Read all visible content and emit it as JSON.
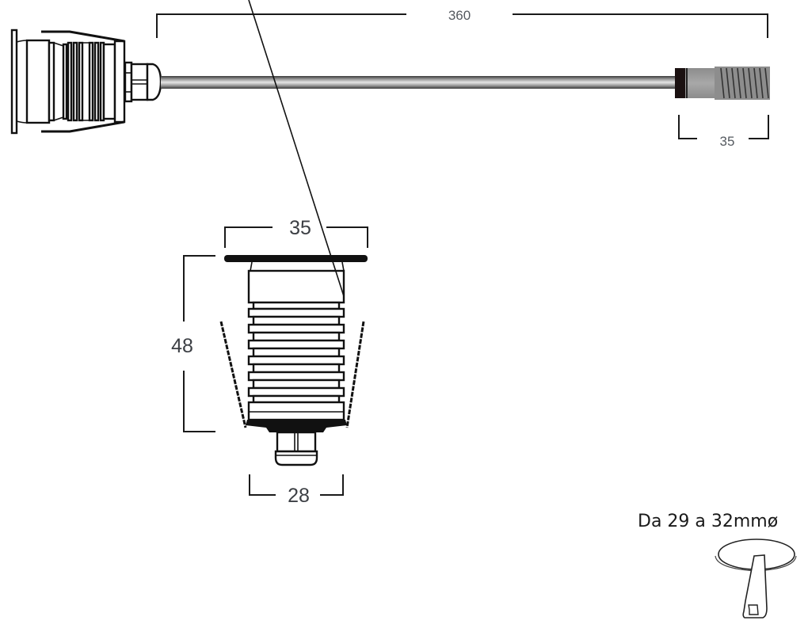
{
  "diagram": {
    "type": "technical-drawing",
    "subject": "recessed LED spotlight with cable and connector",
    "side_view": {
      "dimensions": {
        "cable_length": "360",
        "connector_length": "35"
      }
    },
    "front_view": {
      "dimensions": {
        "flange_diameter": "35",
        "height": "48",
        "base_width": "28"
      }
    },
    "cutout_note": {
      "label": "Da 29 a 32mmø"
    },
    "colors": {
      "line": "#111111",
      "dimension_text": "#555a60",
      "cable": "#8a8a8a",
      "connector": "#9a9a9a"
    }
  }
}
